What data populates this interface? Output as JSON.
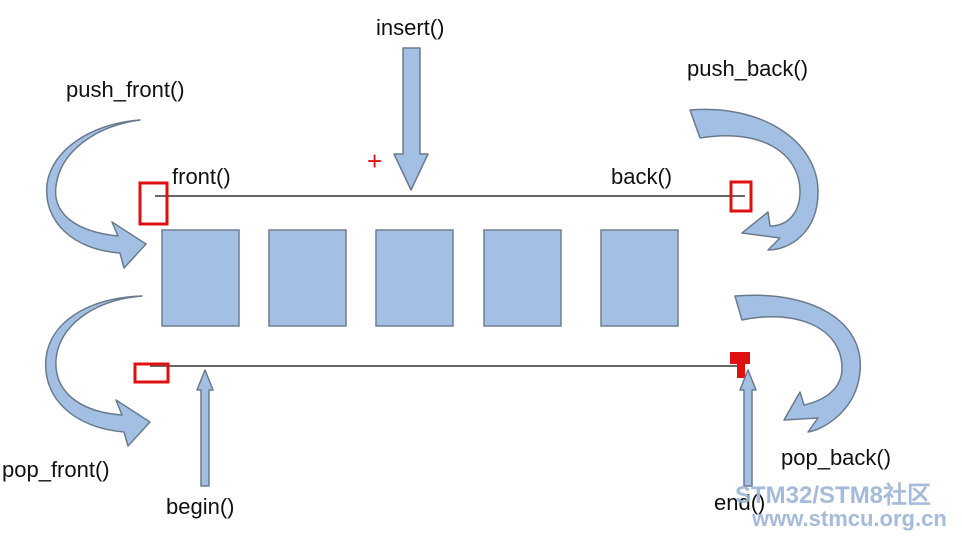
{
  "labels": {
    "insert": "insert()",
    "push_front": "push_front()",
    "push_back": "push_back()",
    "front": "front()",
    "back": "back()",
    "pop_front": "pop_front()",
    "pop_back": "pop_back()",
    "begin": "begin()",
    "end": "end()",
    "plus": "+"
  },
  "watermark": {
    "line1": "STM32/STM8社区",
    "line2": "www.stmcu.org.cn"
  },
  "colors": {
    "box_fill": "#a3c0e4",
    "marker_red": "#e01010",
    "line_gray": "#666666",
    "watermark": "#9db4d6"
  }
}
